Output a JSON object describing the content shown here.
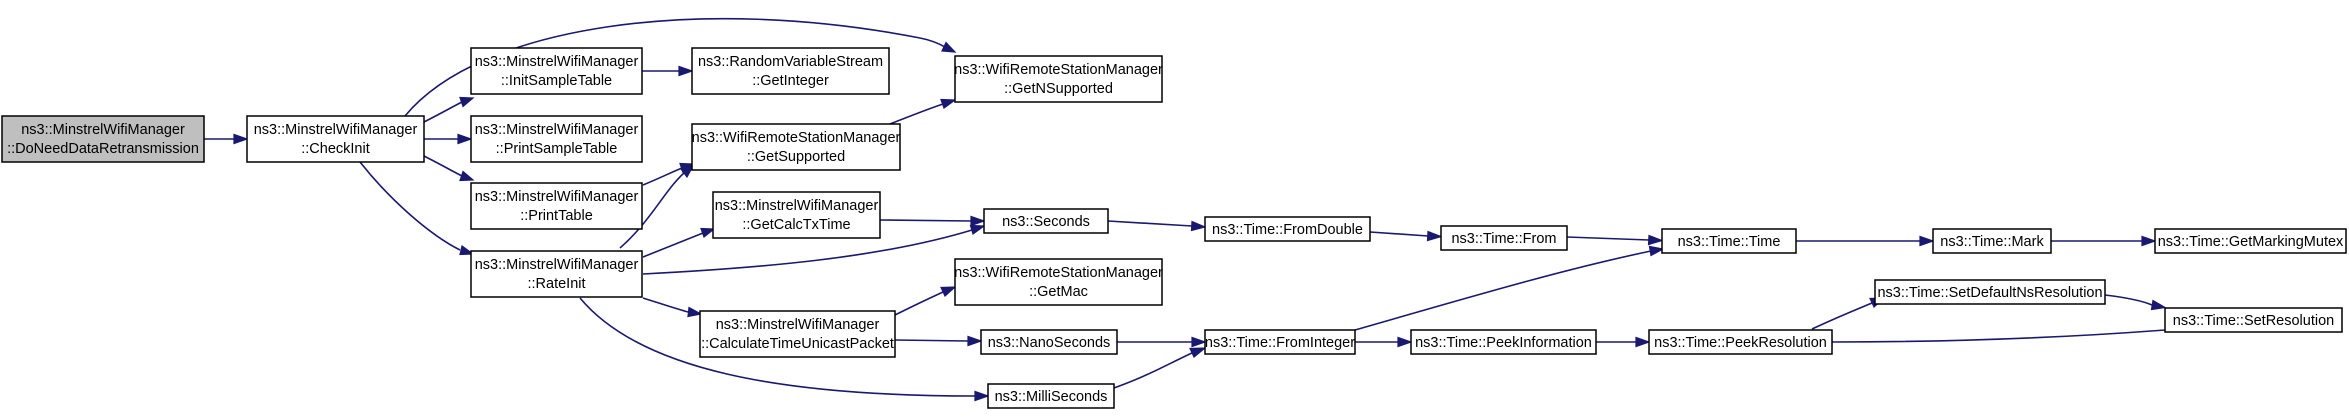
{
  "colors": {
    "edge": "#191970",
    "root_fill": "#bfbfbf",
    "node_fill": "#ffffff",
    "border": "#000000"
  },
  "nodes": {
    "do_need_data_retransmission": {
      "line1": "ns3::MinstrelWifiManager",
      "line2": "::DoNeedDataRetransmission"
    },
    "check_init": {
      "line1": "ns3::MinstrelWifiManager",
      "line2": "::CheckInit"
    },
    "init_sample_table": {
      "line1": "ns3::MinstrelWifiManager",
      "line2": "::InitSampleTable"
    },
    "print_sample_table": {
      "line1": "ns3::MinstrelWifiManager",
      "line2": "::PrintSampleTable"
    },
    "print_table": {
      "line1": "ns3::MinstrelWifiManager",
      "line2": "::PrintTable"
    },
    "rate_init": {
      "line1": "ns3::MinstrelWifiManager",
      "line2": "::RateInit"
    },
    "random_get_integer": {
      "line1": "ns3::RandomVariableStream",
      "line2": "::GetInteger"
    },
    "get_n_supported": {
      "line1": "ns3::WifiRemoteStationManager",
      "line2": "::GetNSupported"
    },
    "get_supported": {
      "line1": "ns3::WifiRemoteStationManager",
      "line2": "::GetSupported"
    },
    "get_calc_tx_time": {
      "line1": "ns3::MinstrelWifiManager",
      "line2": "::GetCalcTxTime"
    },
    "get_mac": {
      "line1": "ns3::WifiRemoteStationManager",
      "line2": "::GetMac"
    },
    "calculate_time_unicast_packet": {
      "line1": "ns3::MinstrelWifiManager",
      "line2": "::CalculateTimeUnicastPacket"
    },
    "seconds": {
      "label": "ns3::Seconds"
    },
    "nano_seconds": {
      "label": "ns3::NanoSeconds"
    },
    "milli_seconds": {
      "label": "ns3::MilliSeconds"
    },
    "time_from_double": {
      "label": "ns3::Time::FromDouble"
    },
    "time_from_integer": {
      "label": "ns3::Time::FromInteger"
    },
    "time_from": {
      "label": "ns3::Time::From"
    },
    "time_peek_information": {
      "label": "ns3::Time::PeekInformation"
    },
    "time_time": {
      "label": "ns3::Time::Time"
    },
    "time_peek_resolution": {
      "label": "ns3::Time::PeekResolution"
    },
    "time_mark": {
      "label": "ns3::Time::Mark"
    },
    "time_set_default_ns_resolution": {
      "label": "ns3::Time::SetDefaultNsResolution"
    },
    "time_set_resolution": {
      "label": "ns3::Time::SetResolution"
    },
    "time_get_marking_mutex": {
      "label": "ns3::Time::GetMarkingMutex"
    }
  }
}
